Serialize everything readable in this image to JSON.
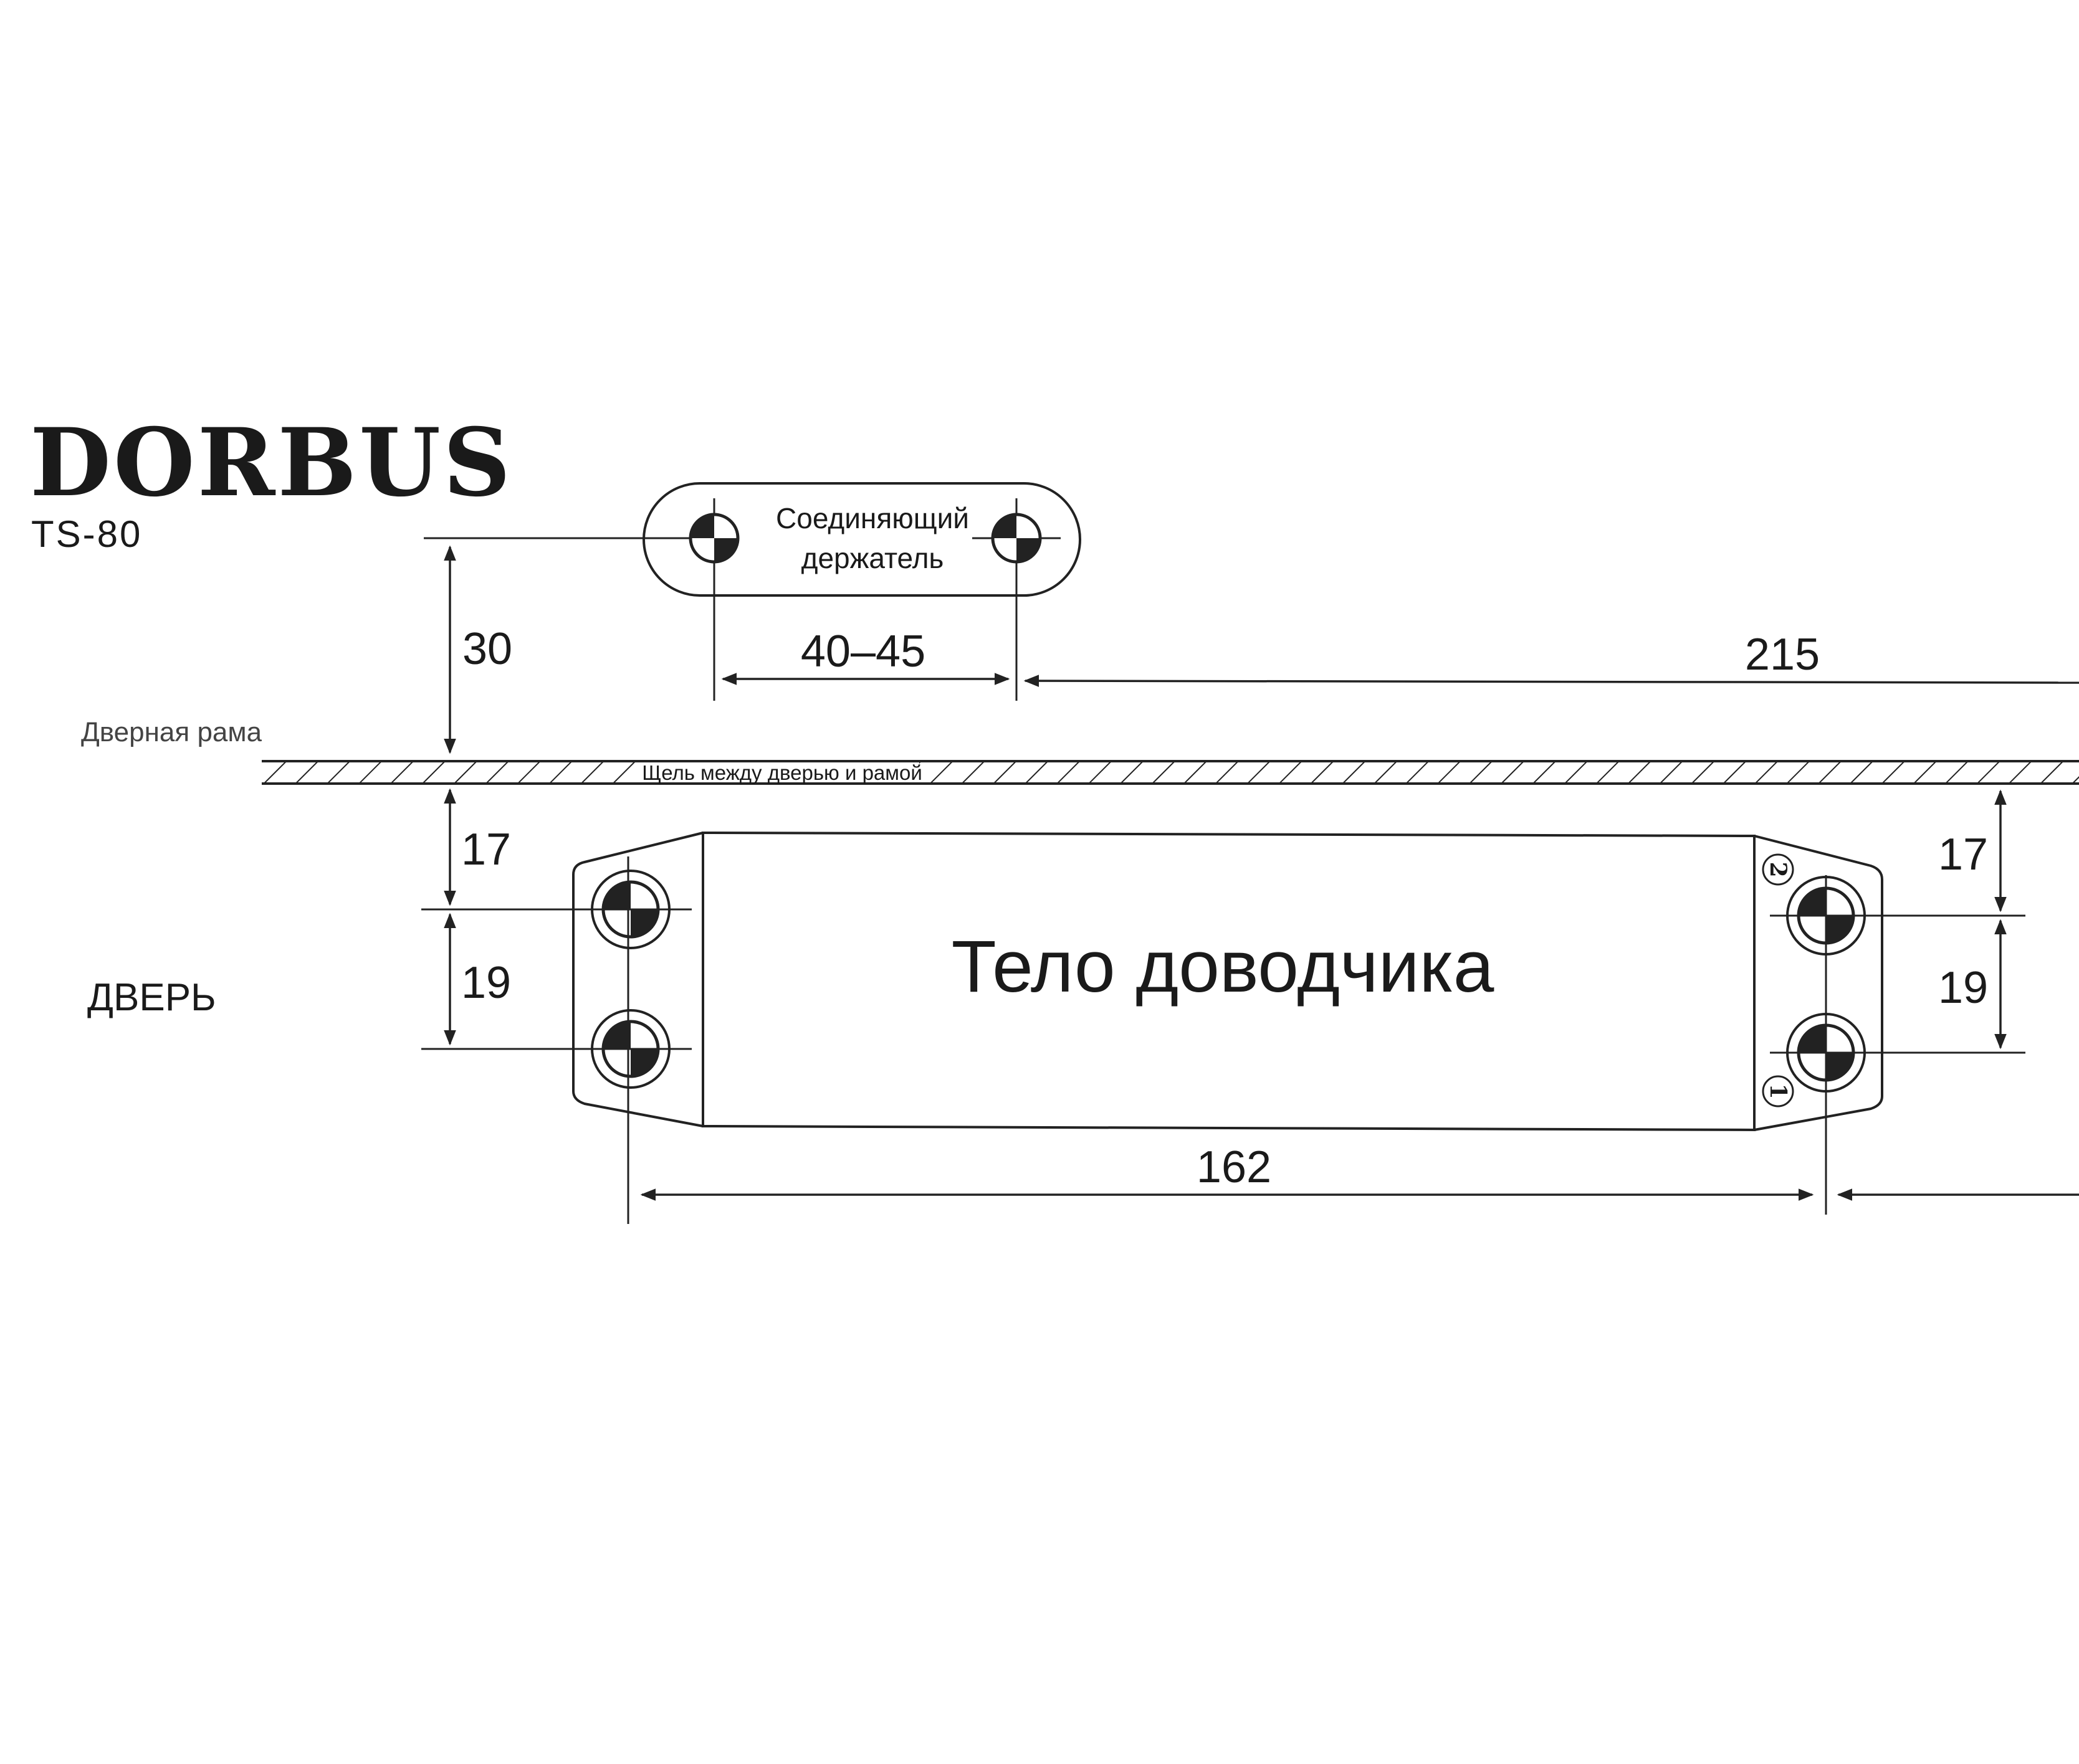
{
  "brand": {
    "name": "DORBUS",
    "model": "TS-80"
  },
  "labels": {
    "holder_line1": "Соединяющий",
    "holder_line2": "держатель",
    "door_frame": "Дверная рама",
    "gap": "Щель между дверью и рамой",
    "door": "ДВЕРЬ",
    "closer_body": "Тело доводчика",
    "mark_1": "1",
    "mark_2": "2"
  },
  "dimensions": {
    "holder_offset": "30",
    "holder_spacing": "40–45",
    "total_length": "215",
    "top_left": "17",
    "bottom_left": "19",
    "top_right": "17",
    "bottom_right": "19",
    "hole_spacing": "162"
  },
  "colors": {
    "ink": "#1a1a1a",
    "paper": "#ffffff"
  }
}
